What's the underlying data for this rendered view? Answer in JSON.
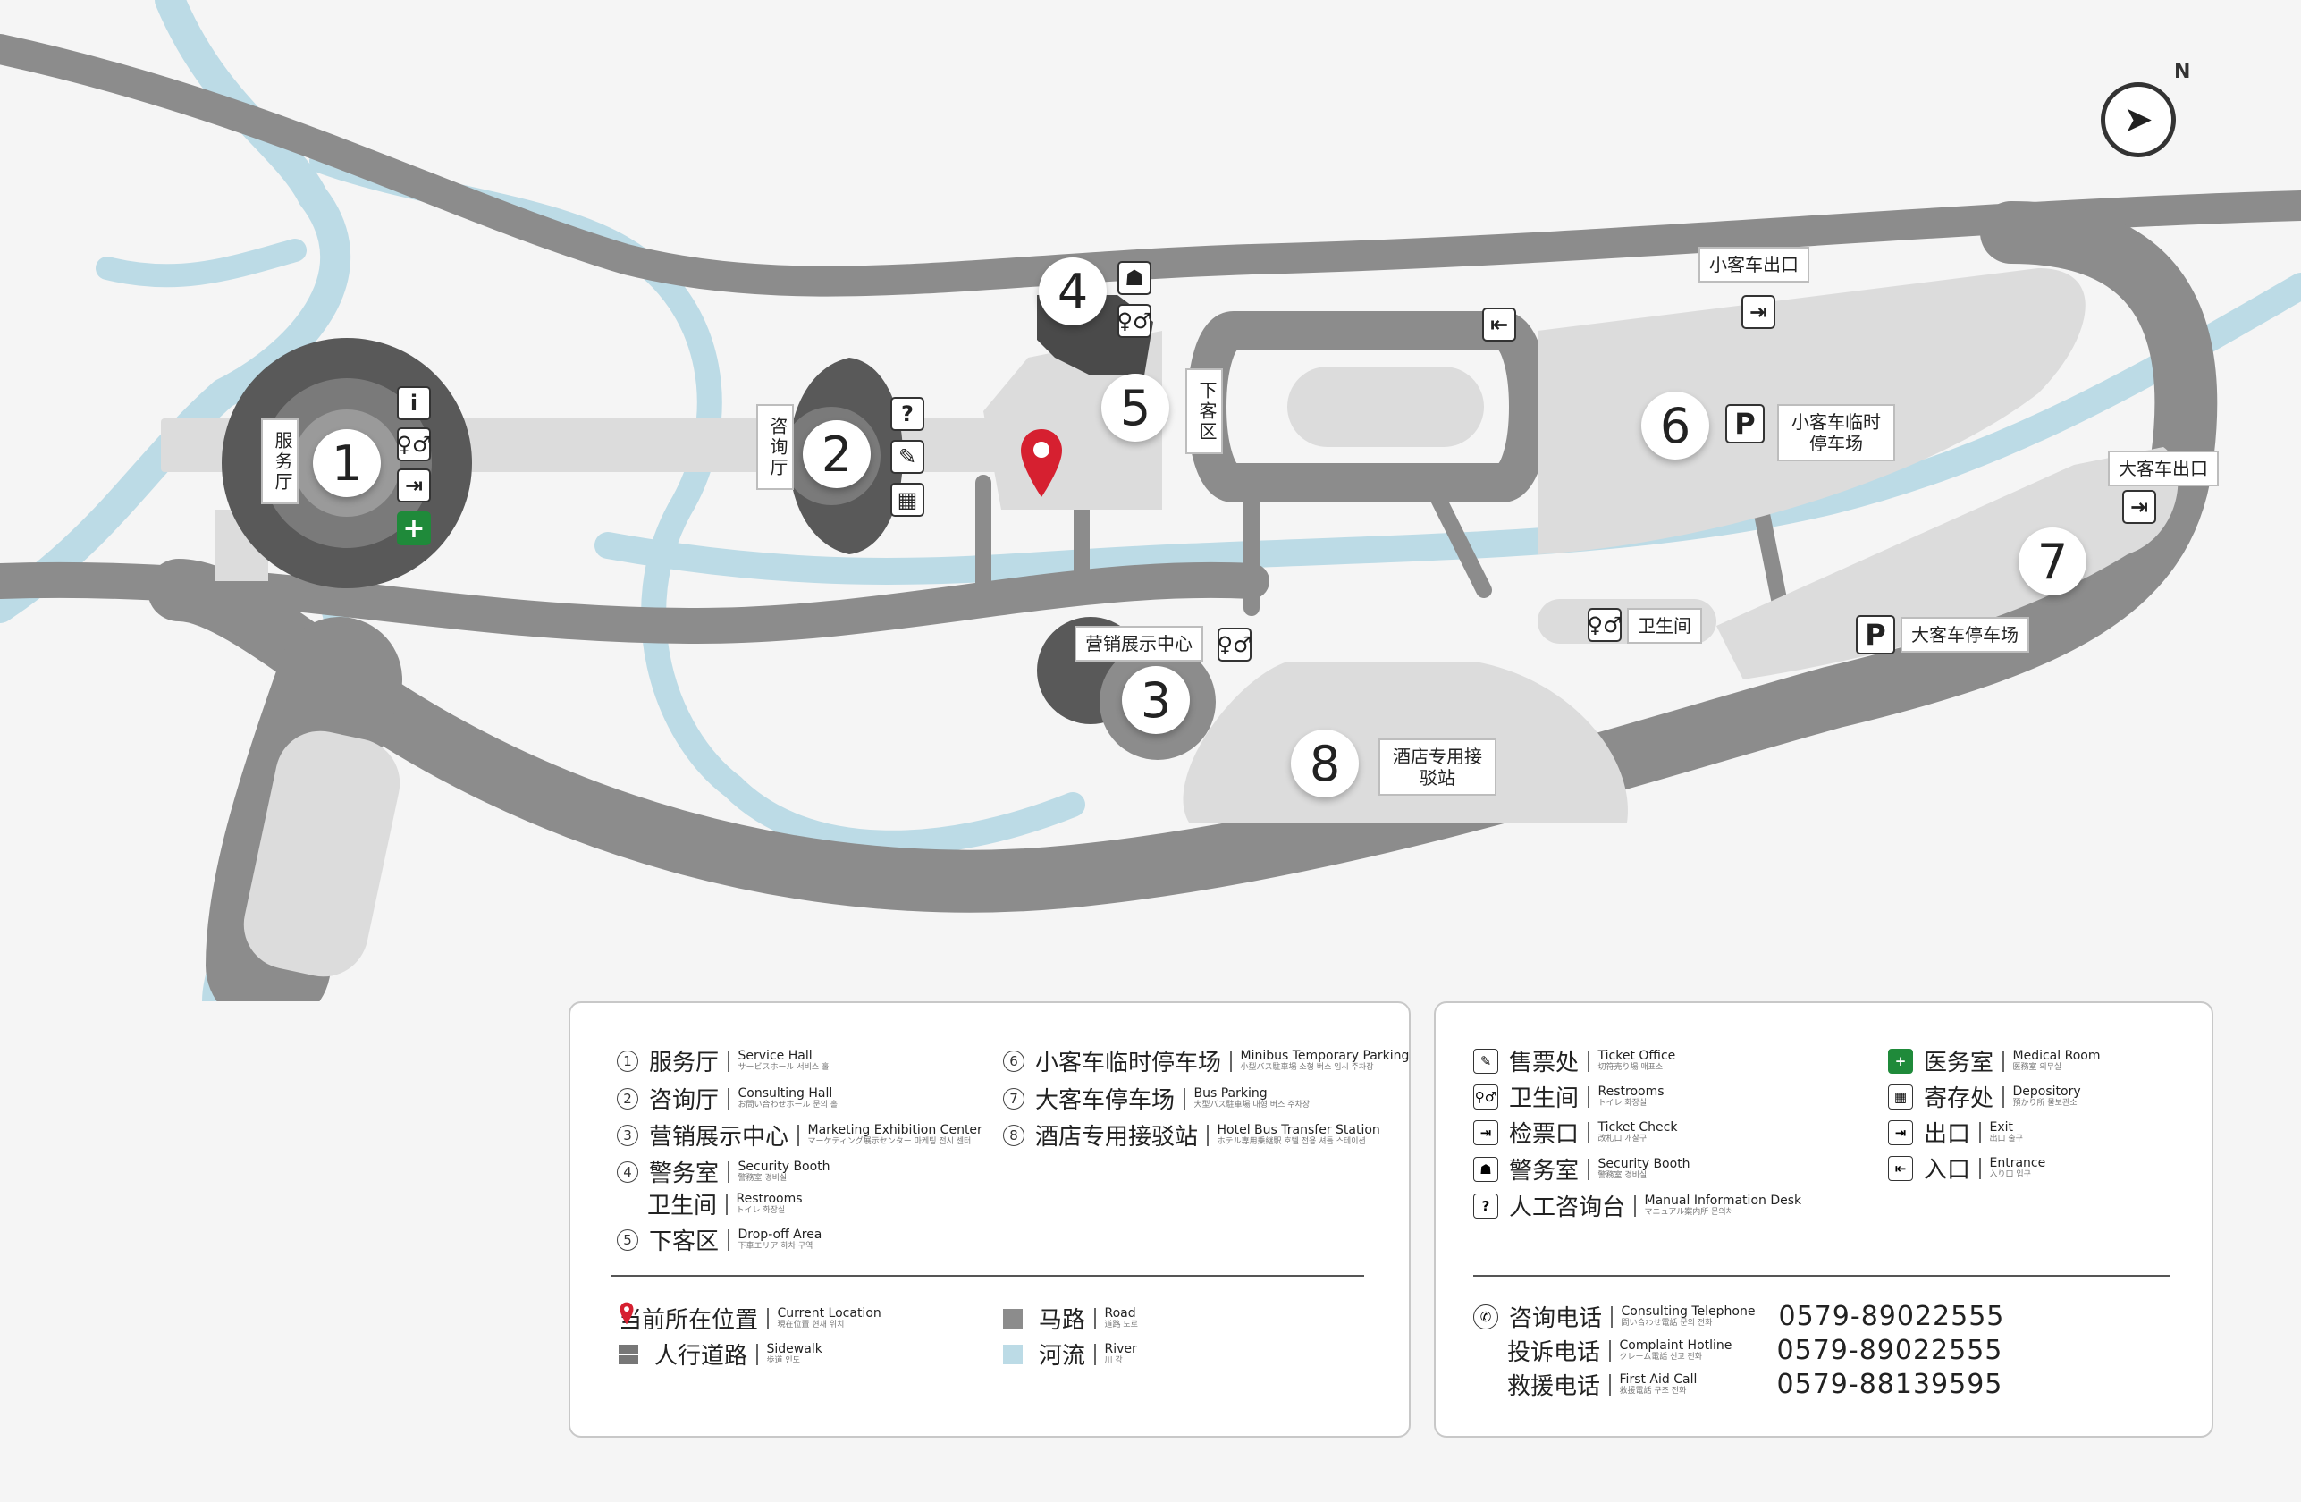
{
  "colors": {
    "background": "#f5f5f5",
    "road": "#8c8c8c",
    "sidewalk": "#dcdcdc",
    "river": "#bcdbe6",
    "building_dark": "#595959",
    "pin": "#d62030",
    "medical": "#1f8a3a"
  },
  "map": {
    "compass_icon": "compass-icon",
    "current_location_icon": "map-pin-icon",
    "area_numbers": [
      "1",
      "2",
      "3",
      "4",
      "5",
      "6",
      "7",
      "8"
    ],
    "labels": {
      "service_hall": "服务厅",
      "consulting_hall": "咨询厅",
      "marketing_center": "营销展示中心",
      "drop_off": "下客区",
      "minibus_exit": "小客车出口",
      "minibus_parking": "小客车临时停车场",
      "bus_exit": "大客车出口",
      "bus_parking": "大客车停车场",
      "restroom": "卫生间",
      "hotel_station": "酒店专用接驳站",
      "parking_symbol": "P"
    },
    "icons": {
      "info_symbol": "i",
      "question_symbol": "?",
      "medical_symbol": "+"
    }
  },
  "legend_left": {
    "areas": [
      {
        "num": "1",
        "cn": "服务厅",
        "en": "Service Hall",
        "sub": "サービスホール 서비스 홀"
      },
      {
        "num": "2",
        "cn": "咨询厅",
        "en": "Consulting Hall",
        "sub": "お問い合わせホール 문의 홀"
      },
      {
        "num": "3",
        "cn": "营销展示中心",
        "en": "Marketing Exhibition Center",
        "sub": "マーケティング展示センター 마케팅 전시 센터"
      },
      {
        "num": "4",
        "cn": "警务室",
        "en": "Security Booth",
        "sub": "警務室 경비실"
      },
      {
        "num": "",
        "cn": "卫生间",
        "en": "Restrooms",
        "sub": "トイレ 화장실"
      },
      {
        "num": "5",
        "cn": "下客区",
        "en": "Drop-off Area",
        "sub": "下車エリア 하차 구역"
      },
      {
        "num": "6",
        "cn": "小客车临时停车场",
        "en": "Minibus Temporary Parking",
        "sub": "小型バス駐車場 소형 버스 임시 주차장"
      },
      {
        "num": "7",
        "cn": "大客车停车场",
        "en": "Bus Parking",
        "sub": "大型バス駐車場 대형 버스 주차장"
      },
      {
        "num": "8",
        "cn": "酒店专用接驳站",
        "en": "Hotel Bus Transfer Station",
        "sub": "ホテル専用乗継駅 호텔 전용 셔틀 스테이션"
      }
    ],
    "map_keys": [
      {
        "cn": "当前所在位置",
        "en": "Current Location",
        "sub": "現在位置 현재 위치"
      },
      {
        "cn": "人行道路",
        "en": "Sidewalk",
        "sub": "歩道 인도"
      },
      {
        "cn": "马路",
        "en": "Road",
        "sub": "道路 도로"
      },
      {
        "cn": "河流",
        "en": "River",
        "sub": "川 강"
      }
    ]
  },
  "legend_right": {
    "facilities": [
      {
        "icon": "ticket-office-icon",
        "cn": "售票处",
        "en": "Ticket Office",
        "sub": "切符売り場 매표소"
      },
      {
        "icon": "restroom-icon",
        "cn": "卫生间",
        "en": "Restrooms",
        "sub": "トイレ 화장실"
      },
      {
        "icon": "ticket-check-icon",
        "cn": "检票口",
        "en": "Ticket Check",
        "sub": "改札口 개찰구"
      },
      {
        "icon": "security-icon",
        "cn": "警务室",
        "en": "Security Booth",
        "sub": "警務室 경비실"
      },
      {
        "icon": "question-icon",
        "cn": "人工咨询台",
        "en": "Manual Information Desk",
        "sub": "マニュアル案内所 문의처"
      },
      {
        "icon": "medical-icon",
        "cn": "医务室",
        "en": "Medical Room",
        "sub": "医務室 의무실"
      },
      {
        "icon": "depository-icon",
        "cn": "寄存处",
        "en": "Depository",
        "sub": "預かり所 물보관소"
      },
      {
        "icon": "exit-icon",
        "cn": "出口",
        "en": "Exit",
        "sub": "出口 출구"
      },
      {
        "icon": "entrance-icon",
        "cn": "入口",
        "en": "Entrance",
        "sub": "入り口 입구"
      }
    ],
    "phones": [
      {
        "cn": "咨询电话",
        "en": "Consulting Telephone",
        "sub": "問い合わせ電話 문의 전화",
        "number": "0579-89022555"
      },
      {
        "cn": "投诉电话",
        "en": "Complaint Hotline",
        "sub": "クレーム電話 신고 전화",
        "number": "0579-89022555"
      },
      {
        "cn": "救援电话",
        "en": "First Aid Call",
        "sub": "救援電話 구조 전화",
        "number": "0579-88139595"
      }
    ]
  }
}
